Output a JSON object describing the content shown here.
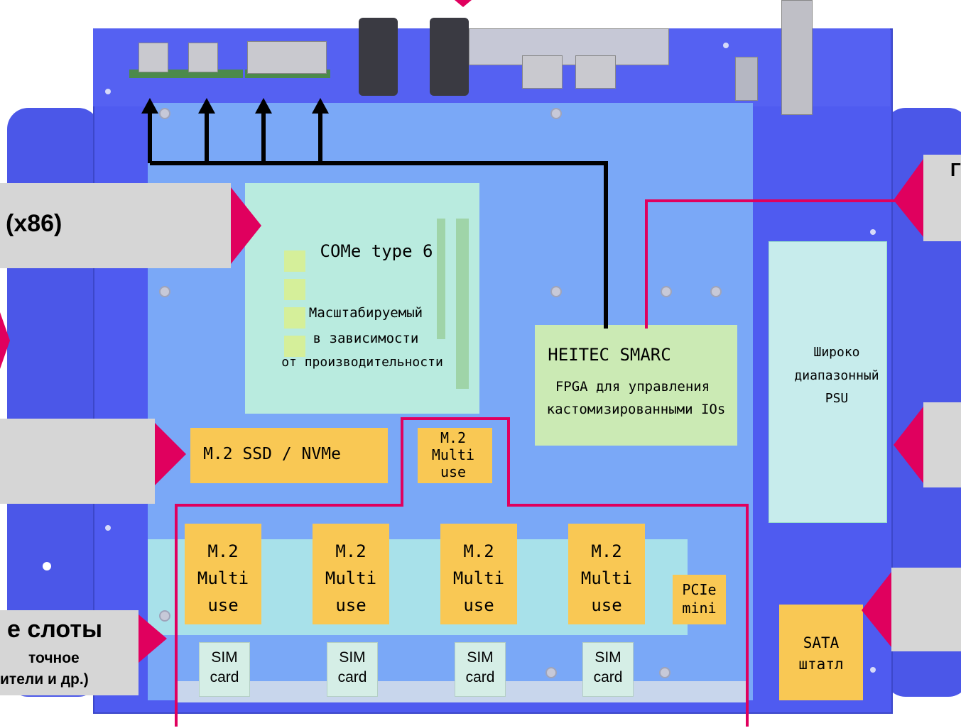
{
  "colors": {
    "chassis": "#4f5bf0",
    "inner_board": "#7aa8f7",
    "module_orange": "#f9c854",
    "highlight_line": "#e0005e",
    "callout_box": "#d6d6d6",
    "come_board": "#b9ebdf",
    "smarc_board": "#cbeab4"
  },
  "callouts": {
    "cpu": "(x86)",
    "slots_title": "е слоты",
    "slots_line2": "точное",
    "slots_line3": "ители и др.)",
    "top_right_fragment": "Г"
  },
  "modules": {
    "come": {
      "title": "COMe type 6",
      "desc": [
        "Масштабируемый",
        "в зависимости",
        "от производительности"
      ]
    },
    "smarc": {
      "title": "HEITEC SMARC",
      "desc": [
        "FPGA для управления",
        "кастомизированными IOs"
      ]
    },
    "psu": {
      "lines": [
        "Широко",
        "диапазонный",
        "PSU"
      ]
    },
    "m2_ssd": "M.2 SSD / NVMe",
    "m2_small": [
      "M.2",
      "Multi",
      "use"
    ],
    "m2_slots": [
      {
        "lines": [
          "M.2",
          "Multi",
          "use"
        ]
      },
      {
        "lines": [
          "M.2",
          "Multi",
          "use"
        ]
      },
      {
        "lines": [
          "M.2",
          "Multi",
          "use"
        ]
      },
      {
        "lines": [
          "M.2",
          "Multi",
          "use"
        ]
      }
    ],
    "pcie_mini": [
      "PCIe",
      "mini"
    ],
    "sim_cards": [
      {
        "lines": [
          "SIM",
          "card"
        ]
      },
      {
        "lines": [
          "SIM",
          "card"
        ]
      },
      {
        "lines": [
          "SIM",
          "card"
        ]
      },
      {
        "lines": [
          "SIM",
          "card"
        ]
      }
    ],
    "sata": [
      "SATA",
      "штатл"
    ]
  }
}
